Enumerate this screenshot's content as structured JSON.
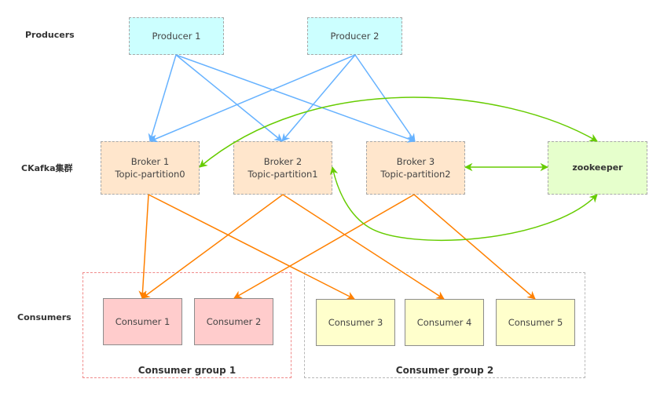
{
  "row_labels": {
    "producers": "Producers",
    "cluster": "CKafka集群",
    "consumers": "Consumers"
  },
  "producers": [
    {
      "id": "p1",
      "label": "Producer 1"
    },
    {
      "id": "p2",
      "label": "Producer 2"
    }
  ],
  "brokers": [
    {
      "id": "b1",
      "name": "Broker 1",
      "partition": "Topic-partition0"
    },
    {
      "id": "b2",
      "name": "Broker 2",
      "partition": "Topic-partition1"
    },
    {
      "id": "b3",
      "name": "Broker 3",
      "partition": "Topic-partition2"
    }
  ],
  "zookeeper": {
    "id": "zk",
    "label": "zookeeper"
  },
  "consumer_groups": [
    {
      "id": "g1",
      "label": "Consumer group 1",
      "consumers": [
        {
          "id": "c1",
          "label": "Consumer 1"
        },
        {
          "id": "c2",
          "label": "Consumer 2"
        }
      ]
    },
    {
      "id": "g2",
      "label": "Consumer group 2",
      "consumers": [
        {
          "id": "c3",
          "label": "Consumer 3"
        },
        {
          "id": "c4",
          "label": "Consumer 4"
        },
        {
          "id": "c5",
          "label": "Consumer 5"
        }
      ]
    }
  ],
  "edges": {
    "produce": [
      {
        "from": "p1",
        "to": "b1"
      },
      {
        "from": "p1",
        "to": "b2"
      },
      {
        "from": "p1",
        "to": "b3"
      },
      {
        "from": "p2",
        "to": "b1"
      },
      {
        "from": "p2",
        "to": "b2"
      },
      {
        "from": "p2",
        "to": "b3"
      }
    ],
    "consume": [
      {
        "from": "b1",
        "to": "c1"
      },
      {
        "from": "b1",
        "to": "c3"
      },
      {
        "from": "b2",
        "to": "c1"
      },
      {
        "from": "b2",
        "to": "c4"
      },
      {
        "from": "b3",
        "to": "c2"
      },
      {
        "from": "b3",
        "to": "c5"
      }
    ],
    "coordination": [
      {
        "from": "zk",
        "to": "b1",
        "direction": "bidirectional"
      },
      {
        "from": "zk",
        "to": "b2",
        "direction": "bidirectional"
      },
      {
        "from": "zk",
        "to": "b3",
        "direction": "bidirectional"
      }
    ]
  },
  "colors": {
    "produce_edge": "#66b2ff",
    "consume_edge": "#ff8000",
    "coordination_edge": "#66cc00"
  }
}
